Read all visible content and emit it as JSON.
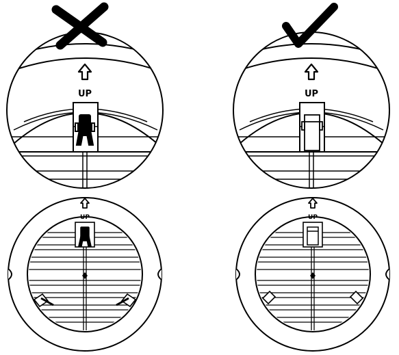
{
  "figure": {
    "up_label": "UP",
    "panels": [
      {
        "id": "wrong",
        "verdict_icon": "cross-mark-icon"
      },
      {
        "id": "correct",
        "verdict_icon": "check-mark-icon"
      }
    ]
  }
}
